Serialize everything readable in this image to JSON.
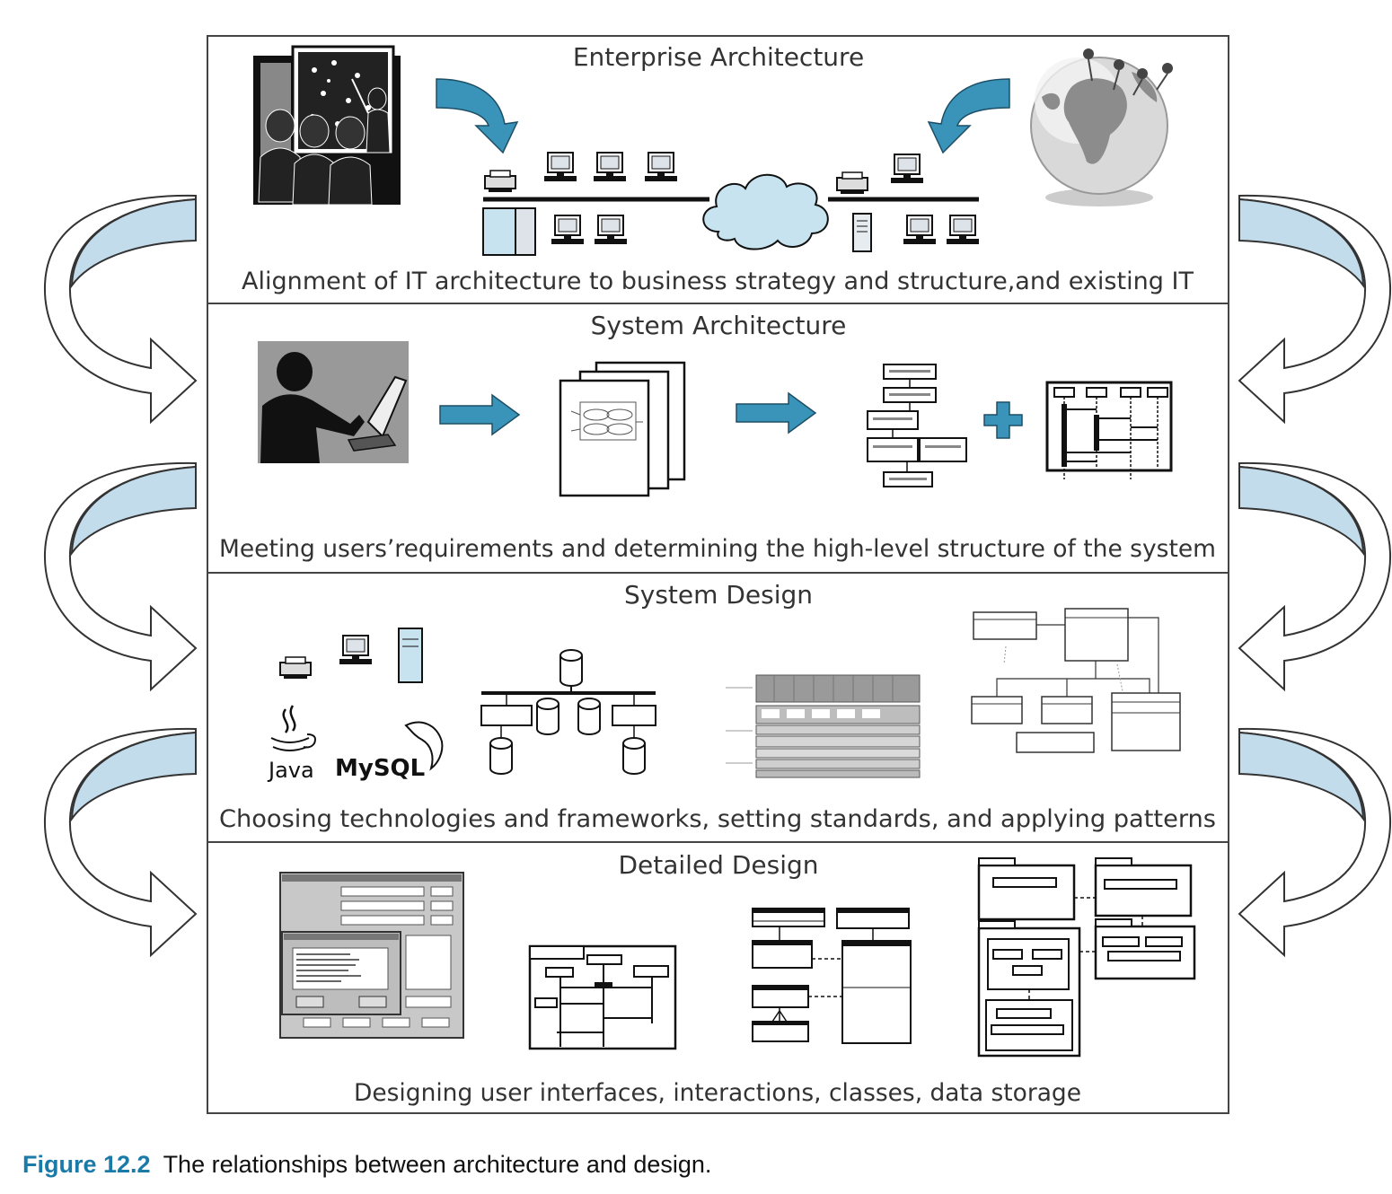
{
  "layers": [
    {
      "title": "Enterprise Architecture",
      "caption": "Alignment of IT architecture to business strategy and structure,and existing IT"
    },
    {
      "title": "System Architecture",
      "caption": "Meeting users’requirements and determining the high-level structure of the system"
    },
    {
      "title": "System Design",
      "caption": "Choosing technologies and frameworks, setting standards, and applying patterns"
    },
    {
      "title": "Detailed Design",
      "caption": "Designing user interfaces, interactions, classes, data storage"
    }
  ],
  "logos": {
    "java": "Java",
    "mysql": "MySQL"
  },
  "figure": {
    "label": "Figure 12.2",
    "text": "The relationships between architecture and design."
  },
  "colors": {
    "accent_arrow": "#3a93b8",
    "side_arrow_fill": "#c2dcec",
    "caption_label": "#1a7aa8"
  },
  "icons": [
    "business-meeting-icon",
    "network-icon",
    "globe-icon",
    "woman-at-laptop-icon",
    "document-stack-icon",
    "component-diagram-icon",
    "plus-icon",
    "sequence-diagram-icon",
    "printer-icon",
    "computer-icon",
    "server-icon",
    "java-logo-icon",
    "mysql-logo-icon",
    "database-network-icon",
    "layered-architecture-icon",
    "class-diagram-icon",
    "dialog-window-icon",
    "interaction-diagram-icon",
    "uml-class-icon",
    "package-diagram-icon"
  ]
}
